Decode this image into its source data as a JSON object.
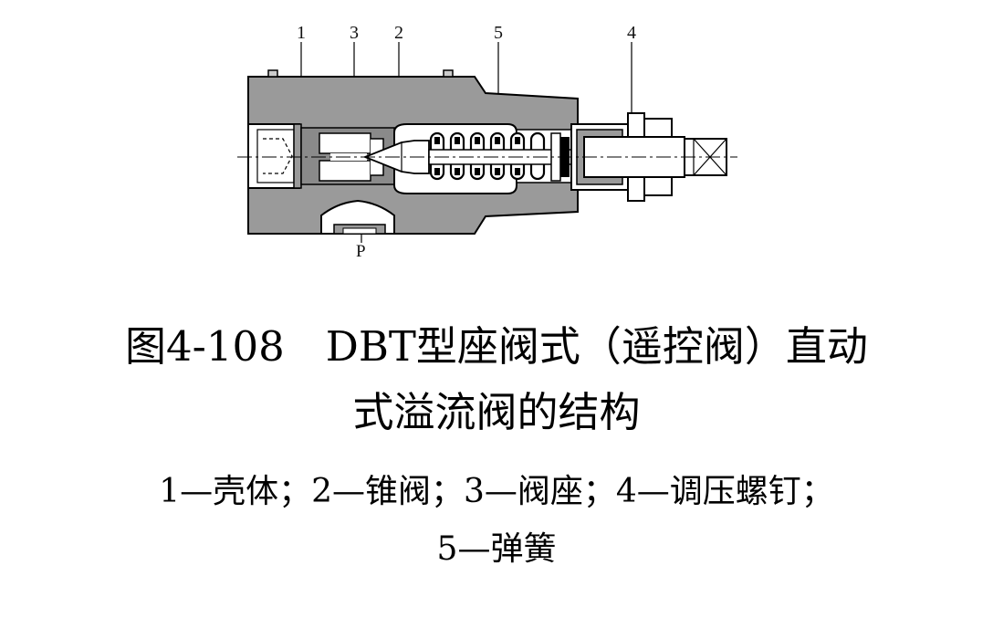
{
  "diagram": {
    "part_labels": [
      "1",
      "3",
      "2",
      "5",
      "4"
    ],
    "port_label": "P",
    "fill_color": "#9a9a9a",
    "cavity_color": "#ffffff",
    "line_color": "#000000"
  },
  "caption": {
    "line1": "图4-108　DBT型座阀式（遥控阀）直动",
    "line2": "式溢流阀的结构"
  },
  "legend": {
    "line1": "1—壳体；2—锥阀；3—阀座；4—调压螺钉；",
    "line2": "5—弹簧"
  }
}
